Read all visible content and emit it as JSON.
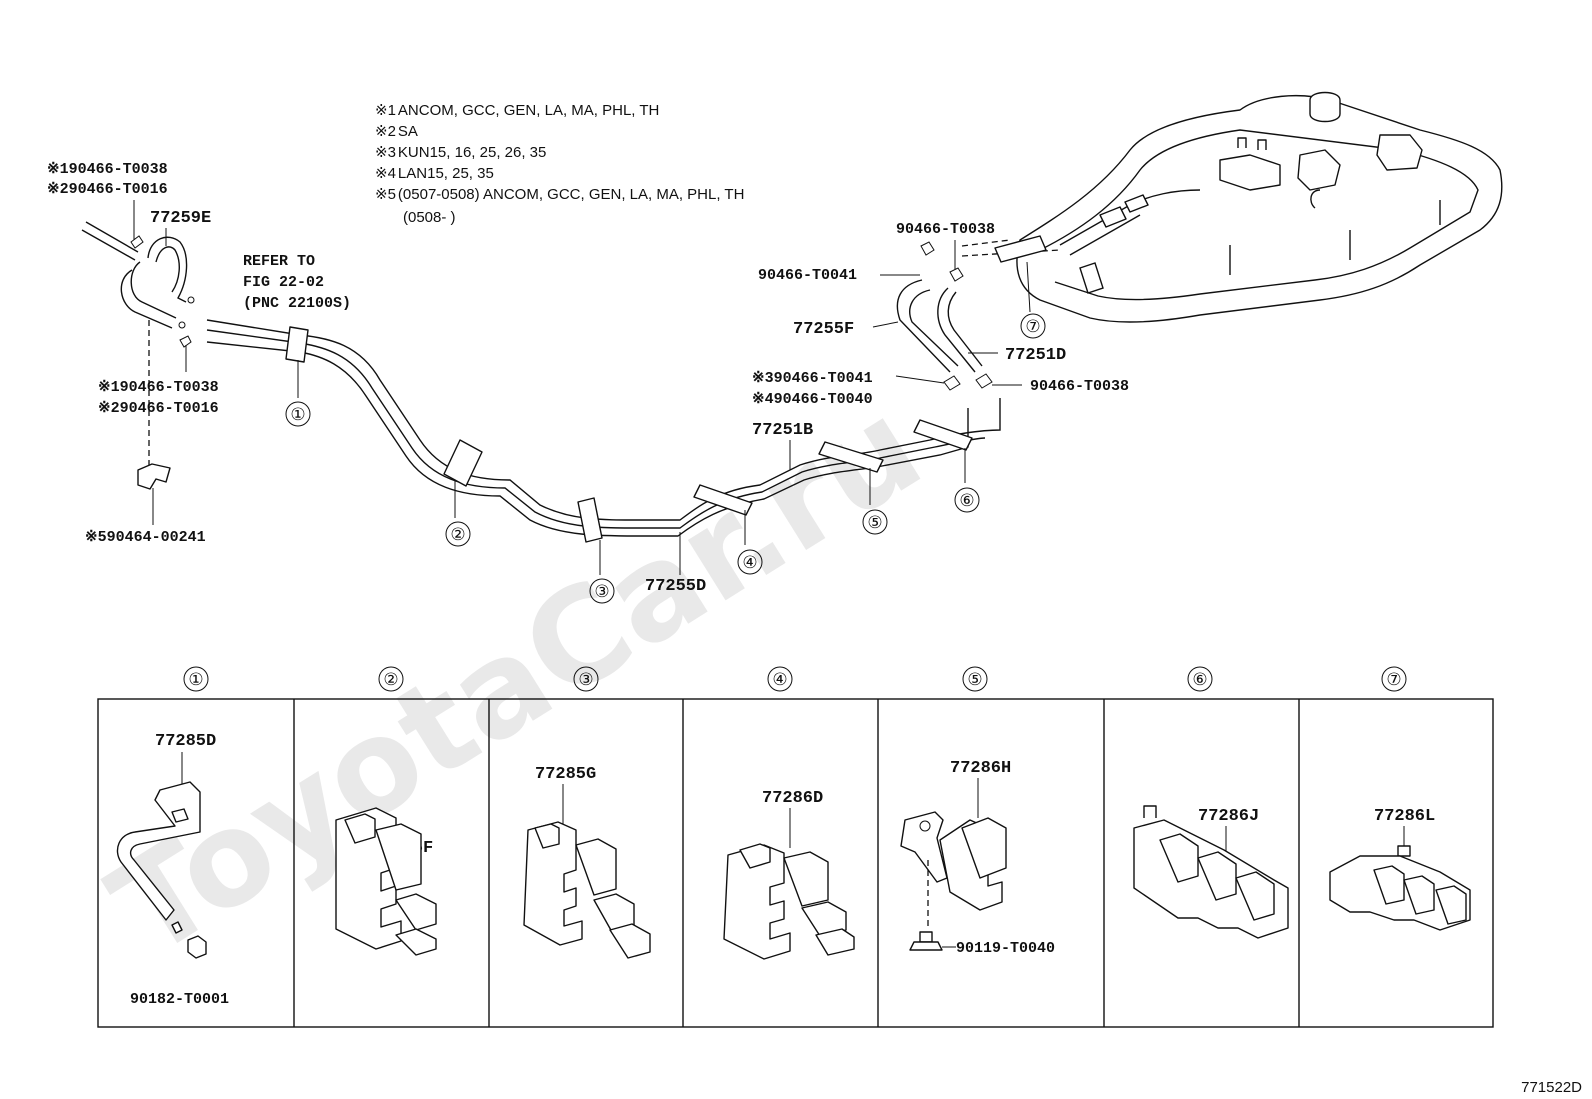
{
  "watermark": "ToyotaCar.ru",
  "notes": [
    {
      "mark": "※1",
      "text": "ANCOM, GCC, GEN, LA, MA, PHL, TH"
    },
    {
      "mark": "※2",
      "text": "SA"
    },
    {
      "mark": "※3",
      "text": "KUN15, 16, 25, 26, 35"
    },
    {
      "mark": "※4",
      "text": "LAN15, 25, 35"
    },
    {
      "mark": "※5",
      "text": "(0507-0508) ANCOM, GCC, GEN, LA, MA, PHL, TH"
    },
    {
      "mark": "",
      "text": "(0508-        )"
    }
  ],
  "refer": {
    "line1": "REFER TO",
    "line2": "FIG 22-02",
    "line3": "(PNC 22100S)"
  },
  "labels": {
    "p1a": "※190466-T0038",
    "p1b": "※290466-T0016",
    "p77259e": "77259E",
    "p1c": "※190466-T0038",
    "p1d": "※290466-T0016",
    "p5": "※590464-00241",
    "p77255d": "77255D",
    "p77251b": "77251B",
    "p77255f": "77255F",
    "p77251d": "77251D",
    "p3": "※390466-T0041",
    "p4": "※490466-T0040",
    "pT0038r": "90466-T0038",
    "pT0038t": "90466-T0038",
    "pT0041": "90466-T0041"
  },
  "callouts": [
    "①",
    "②",
    "③",
    "④",
    "⑤",
    "⑥",
    "⑦"
  ],
  "panels": [
    {
      "circle": "①",
      "part": "77285D",
      "extra": "90182-T0001"
    },
    {
      "circle": "②",
      "part": "77285F",
      "extra": ""
    },
    {
      "circle": "③",
      "part": "77285G",
      "extra": ""
    },
    {
      "circle": "④",
      "part": "77286D",
      "extra": ""
    },
    {
      "circle": "⑤",
      "part": "77286H",
      "extra": "90119-T0040"
    },
    {
      "circle": "⑥",
      "part": "77286J",
      "extra": ""
    },
    {
      "circle": "⑦",
      "part": "77286L",
      "extra": ""
    }
  ],
  "figure_id": "771522D"
}
